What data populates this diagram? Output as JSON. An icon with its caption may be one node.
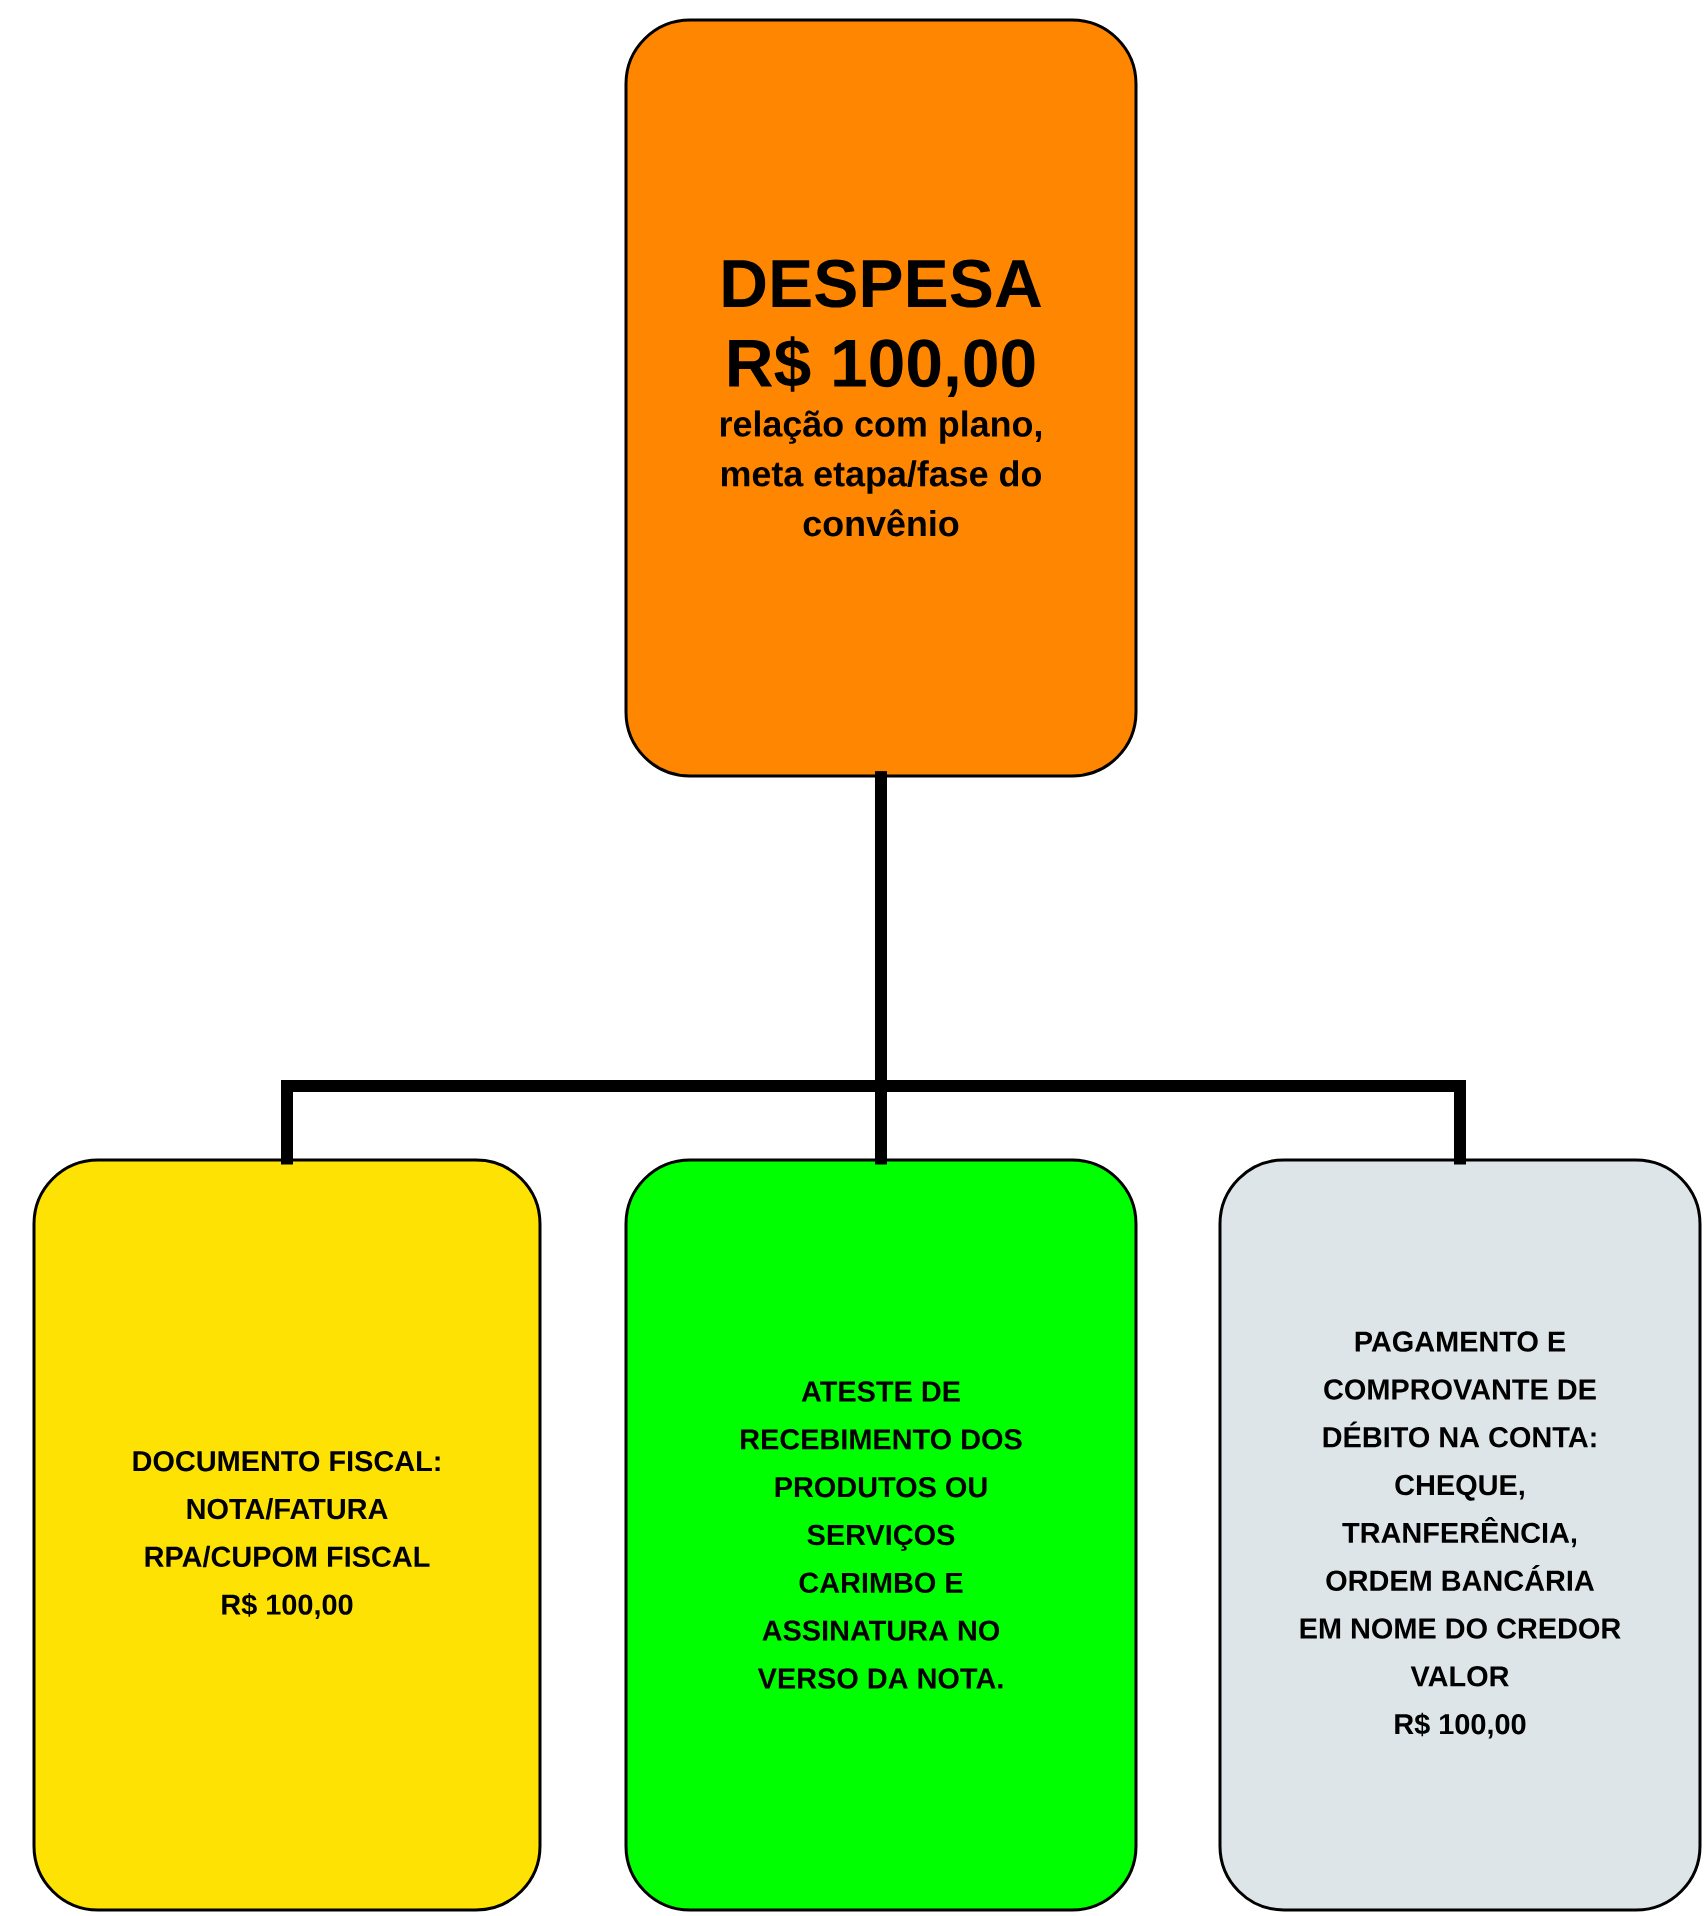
{
  "diagram": {
    "nodes": [
      {
        "text": [
          "DESPESA",
          "R$ 100,00",
          "relação com plano, meta etapa/fase do convênio"
        ]
      },
      {
        "text": [
          "DOCUMENTO FISCAL:",
          "NOTA/FATURA",
          "RPA/CUPOM FISCAL",
          "R$ 100,00"
        ]
      },
      {
        "text": [
          "ATESTE DE RECEBIMENTO DOS PRODUTOS OU SERVIÇOS",
          "CARIMBO E ASSINATURA NO VERSO DA NOTA."
        ]
      },
      {
        "text": [
          "PAGAMENTO E COMPROVANTE DE DÉBITO NA CONTA:",
          "CHEQUE, TRANFERÊNCIA, ORDEM BANCÁRIA",
          "EM NOME DO CREDOR",
          "VALOR",
          "R$ 100,00"
        ]
      }
    ],
    "edges": [
      {
        "from": 0,
        "to": 1,
        "arrow": "none"
      },
      {
        "from": 0,
        "to": 2,
        "arrow": "none"
      },
      {
        "from": 0,
        "to": 3,
        "arrow": "none"
      }
    ]
  }
}
